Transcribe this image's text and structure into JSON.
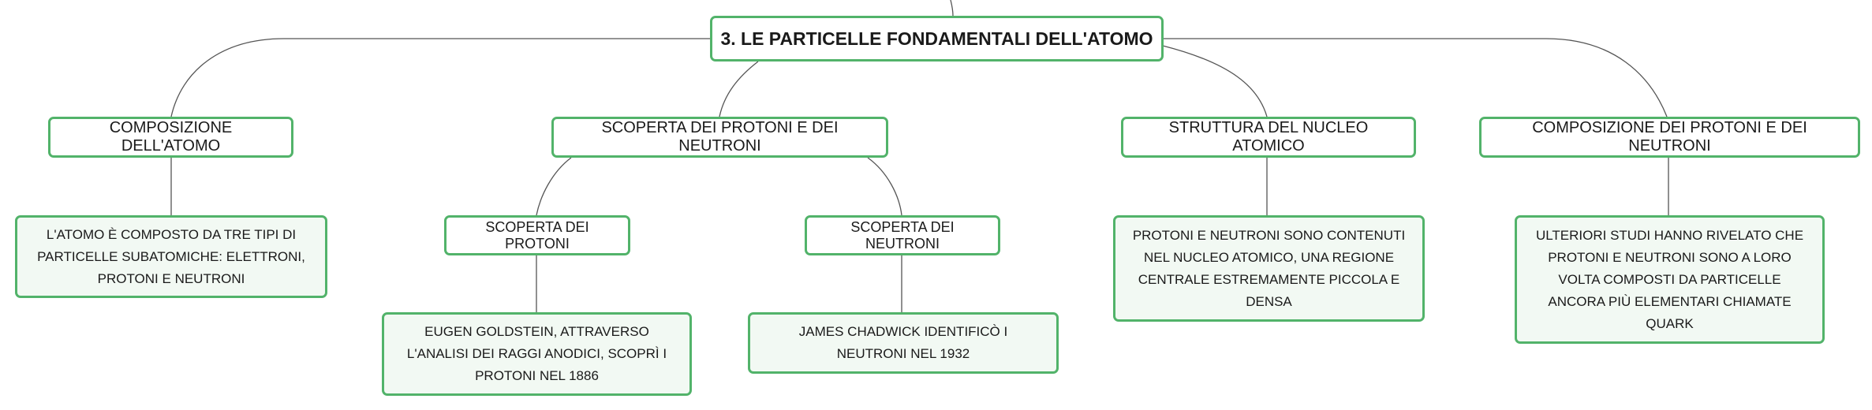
{
  "mindmap": {
    "root": "3. LE PARTICELLE FONDAMENTALI DELL'ATOMO",
    "branches": [
      {
        "label": "COMPOSIZIONE DELL'ATOMO",
        "detail": "L'ATOMO È COMPOSTO DA TRE TIPI DI PARTICELLE SUBATOMICHE: ELETTRONI, PROTONI E NEUTRONI"
      },
      {
        "label": "SCOPERTA DEI PROTONI E DEI NEUTRONI",
        "children": [
          {
            "label": "SCOPERTA DEI PROTONI",
            "detail": "EUGEN GOLDSTEIN, ATTRAVERSO L'ANALISI DEI RAGGI ANODICI, SCOPRÌ I PROTONI NEL 1886"
          },
          {
            "label": "SCOPERTA DEI NEUTRONI",
            "detail": "JAMES CHADWICK IDENTIFICÒ I NEUTRONI NEL 1932"
          }
        ]
      },
      {
        "label": "STRUTTURA DEL NUCLEO ATOMICO",
        "detail": "PROTONI E NEUTRONI SONO CONTENUTI NEL NUCLEO ATOMICO, UNA REGIONE CENTRALE ESTREMAMENTE PICCOLA E DENSA"
      },
      {
        "label": "COMPOSIZIONE DEI PROTONI E DEI NEUTRONI",
        "detail": "ULTERIORI STUDI HANNO RIVELATO CHE PROTONI E NEUTRONI SONO A LORO VOLTA COMPOSTI DA PARTICELLE ANCORA PIÙ ELEMENTARI CHIAMATE QUARK"
      }
    ]
  },
  "colors": {
    "node_border": "#52b36a",
    "leaf_fill": "#f2f9f3",
    "connector": "#555555",
    "text": "#1a1a1a"
  }
}
